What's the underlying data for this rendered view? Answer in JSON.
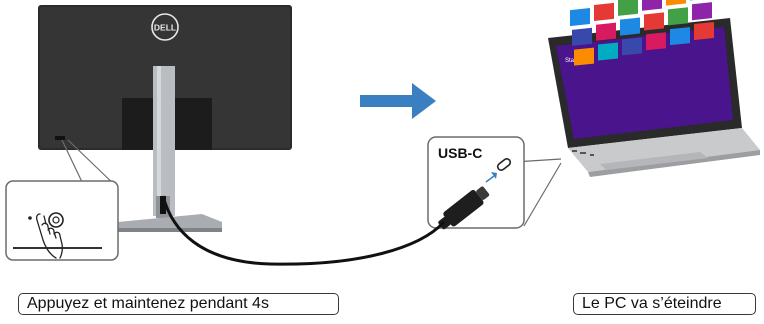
{
  "captions": {
    "left": "Appuyez et maintenez pendant 4s",
    "right": "Le PC va s’éteindre"
  },
  "labels": {
    "usb_c": "USB-C",
    "logo": "DELL",
    "laptop_screen_title": "Start"
  },
  "icons": {
    "arrow": "right-arrow-icon",
    "power_button": "power-button-icon",
    "hand": "pressing-hand-icon",
    "usb_port": "usb-c-port-icon",
    "usb_plug": "usb-c-plug-icon"
  },
  "colors": {
    "arrow": "#3a7fc1",
    "monitor_body": "#2b2b2b",
    "stand": "#b9bcc0",
    "cable": "#111111",
    "laptop_silver": "#c9cacc",
    "tile_palette": [
      "#1e88e5",
      "#e53935",
      "#43a047",
      "#8e24aa",
      "#fb8c00",
      "#00acc1",
      "#3949ab",
      "#d81b60"
    ]
  }
}
